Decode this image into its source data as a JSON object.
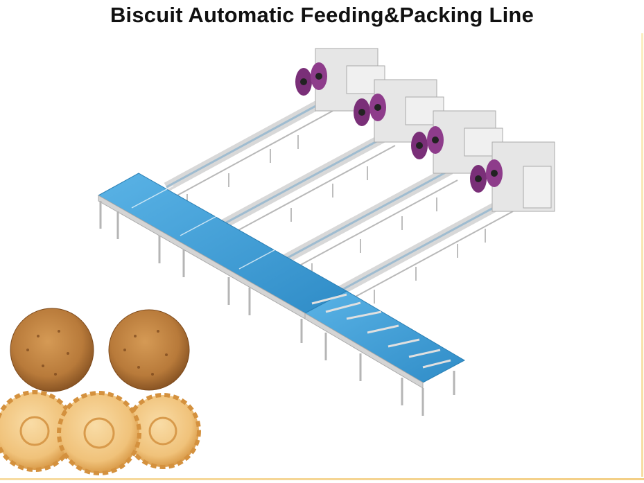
{
  "title": "Biscuit Automatic Feeding&Packing Line",
  "colors": {
    "conveyor_belt": "#3f9ed6",
    "frame": "#cfcfcf",
    "film_roll": "#7a2f78",
    "biscuit_brown": "#b87a3a",
    "biscuit_golden": "#f0c27a",
    "accent_rule": "#f5d79a"
  },
  "illustration": {
    "subject": "packing-line-machinery",
    "packing_units": 4,
    "biscuits_round_brown": 2,
    "biscuits_flower_golden": 3
  }
}
